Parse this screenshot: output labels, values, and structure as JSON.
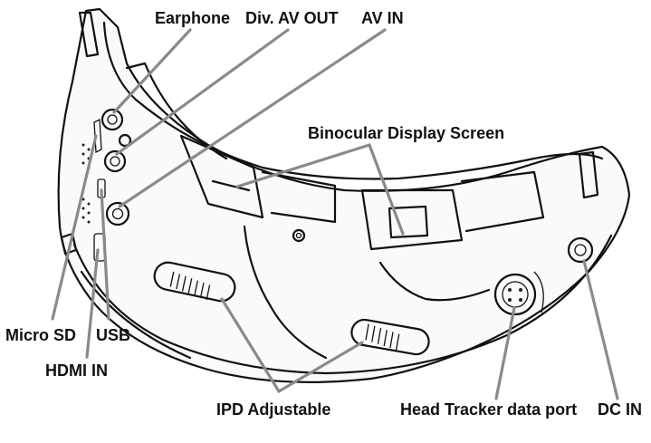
{
  "labels": {
    "earphone": "Earphone",
    "div_av_out": "Div. AV OUT",
    "av_in": "AV IN",
    "binocular": "Binocular Display Screen",
    "micro_sd": "Micro SD",
    "usb": "USB",
    "hdmi_in": "HDMI IN",
    "ipd": "IPD Adjustable",
    "head_tracker": "Head Tracker data port",
    "dc_in": "DC IN"
  }
}
